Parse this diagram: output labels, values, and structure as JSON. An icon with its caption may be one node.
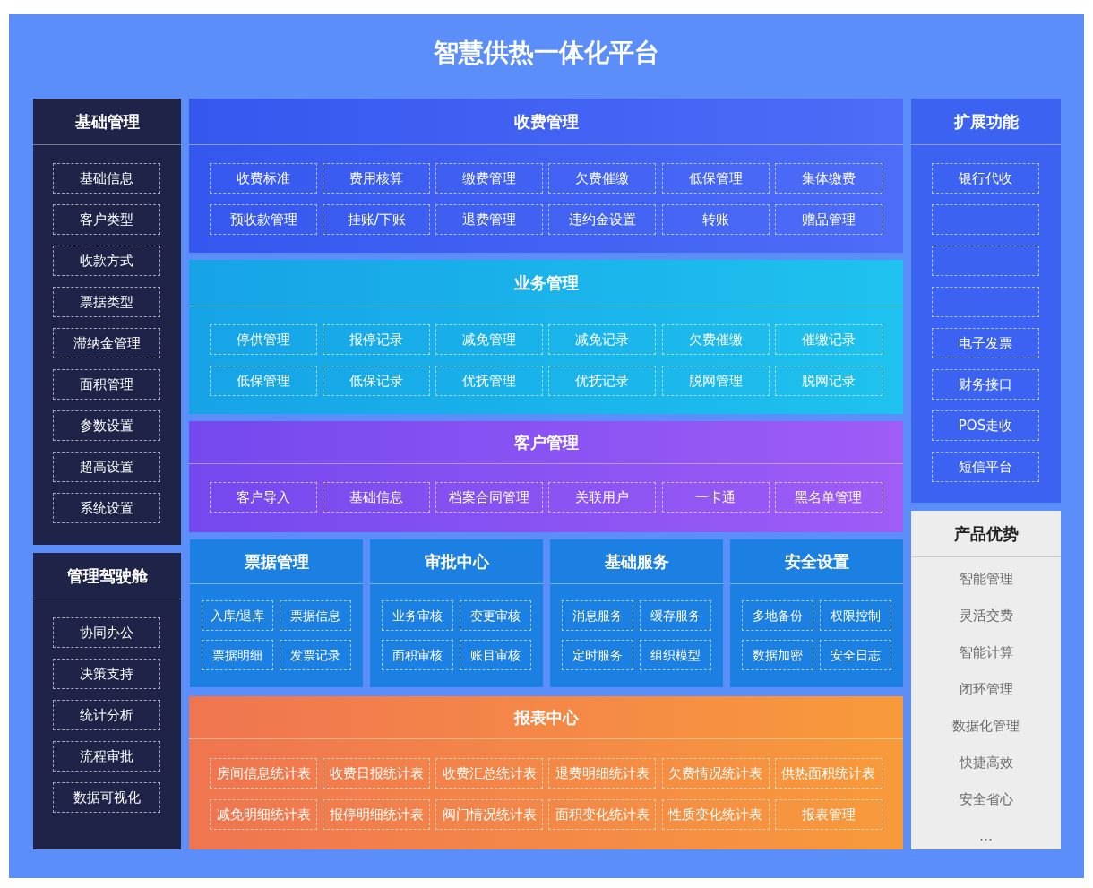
{
  "diagram": {
    "title": "智慧供热一体化平台",
    "nodes": [
      {
        "text": [
          "基础管理"
        ]
      },
      {
        "text": [
          "基础信息"
        ],
        "in": 0
      },
      {
        "text": [
          "客户类型"
        ],
        "in": 0
      },
      {
        "text": [
          "收款方式"
        ],
        "in": 0
      },
      {
        "text": [
          "票据类型"
        ],
        "in": 0
      },
      {
        "text": [
          "滞纳金管理"
        ],
        "in": 0
      },
      {
        "text": [
          "面积管理"
        ],
        "in": 0
      },
      {
        "text": [
          "参数设置"
        ],
        "in": 0
      },
      {
        "text": [
          "超高设置"
        ],
        "in": 0
      },
      {
        "text": [
          "系统设置"
        ],
        "in": 0
      },
      {
        "text": [
          "管理驾驶舱"
        ]
      },
      {
        "text": [
          "协同办公"
        ],
        "in": 10
      },
      {
        "text": [
          "决策支持"
        ],
        "in": 10
      },
      {
        "text": [
          "统计分析"
        ],
        "in": 10
      },
      {
        "text": [
          "流程审批"
        ],
        "in": 10
      },
      {
        "text": [
          "数据可视化"
        ],
        "in": 10
      },
      {
        "text": [
          "收费管理"
        ]
      },
      {
        "text": [
          "收费标准"
        ],
        "in": 16
      },
      {
        "text": [
          "费用核算"
        ],
        "in": 16
      },
      {
        "text": [
          "缴费管理"
        ],
        "in": 16
      },
      {
        "text": [
          "欠费催缴"
        ],
        "in": 16
      },
      {
        "text": [
          "低保管理"
        ],
        "in": 16
      },
      {
        "text": [
          "集体缴费"
        ],
        "in": 16
      },
      {
        "text": [
          "预收款管理"
        ],
        "in": 16
      },
      {
        "text": [
          "挂账/下账"
        ],
        "in": 16
      },
      {
        "text": [
          "退费管理"
        ],
        "in": 16
      },
      {
        "text": [
          "违约金设置"
        ],
        "in": 16
      },
      {
        "text": [
          "转账"
        ],
        "in": 16
      },
      {
        "text": [
          "赠品管理"
        ],
        "in": 16
      },
      {
        "text": [
          "业务管理"
        ]
      },
      {
        "text": [
          "停供管理"
        ],
        "in": 29
      },
      {
        "text": [
          "报停记录"
        ],
        "in": 29
      },
      {
        "text": [
          "减免管理"
        ],
        "in": 29
      },
      {
        "text": [
          "减免记录"
        ],
        "in": 29
      },
      {
        "text": [
          "欠费催缴"
        ],
        "in": 29
      },
      {
        "text": [
          "催缴记录"
        ],
        "in": 29
      },
      {
        "text": [
          "低保管理"
        ],
        "in": 29
      },
      {
        "text": [
          "低保记录"
        ],
        "in": 29
      },
      {
        "text": [
          "优抚管理"
        ],
        "in": 29
      },
      {
        "text": [
          "优抚记录"
        ],
        "in": 29
      },
      {
        "text": [
          "脱网管理"
        ],
        "in": 29
      },
      {
        "text": [
          "脱网记录"
        ],
        "in": 29
      },
      {
        "text": [
          "客户管理"
        ]
      },
      {
        "text": [
          "客户导入"
        ],
        "in": 42
      },
      {
        "text": [
          "基础信息"
        ],
        "in": 42
      },
      {
        "text": [
          "档案合同管理"
        ],
        "in": 42
      },
      {
        "text": [
          "关联用户"
        ],
        "in": 42
      },
      {
        "text": [
          "一卡通"
        ],
        "in": 42
      },
      {
        "text": [
          "黑名单管理"
        ],
        "in": 42
      },
      {
        "text": [
          "票据管理"
        ]
      },
      {
        "text": [
          "入库/退库"
        ],
        "in": 49
      },
      {
        "text": [
          "票据信息"
        ],
        "in": 49
      },
      {
        "text": [
          "票据明细"
        ],
        "in": 49
      },
      {
        "text": [
          "发票记录"
        ],
        "in": 49
      },
      {
        "text": [
          "审批中心"
        ]
      },
      {
        "text": [
          "业务审核"
        ],
        "in": 54
      },
      {
        "text": [
          "变更审核"
        ],
        "in": 54
      },
      {
        "text": [
          "面积审核"
        ],
        "in": 54
      },
      {
        "text": [
          "账目审核"
        ],
        "in": 54
      },
      {
        "text": [
          "基础服务"
        ]
      },
      {
        "text": [
          "消息服务"
        ],
        "in": 59
      },
      {
        "text": [
          "缓存服务"
        ],
        "in": 59
      },
      {
        "text": [
          "定时服务"
        ],
        "in": 59
      },
      {
        "text": [
          "组织模型"
        ],
        "in": 59
      },
      {
        "text": [
          "安全设置"
        ]
      },
      {
        "text": [
          "多地备份"
        ],
        "in": 64
      },
      {
        "text": [
          "权限控制"
        ],
        "in": 64
      },
      {
        "text": [
          "数据加密"
        ],
        "in": 64
      },
      {
        "text": [
          "安全日志"
        ],
        "in": 64
      },
      {
        "text": [
          "报表中心"
        ]
      },
      {
        "text": [
          "房间信息统计表"
        ],
        "in": 69
      },
      {
        "text": [
          "收费日报统计表"
        ],
        "in": 69
      },
      {
        "text": [
          "收费汇总统计表"
        ],
        "in": 69
      },
      {
        "text": [
          "退费明细统计表"
        ],
        "in": 69
      },
      {
        "text": [
          "欠费情况统计表"
        ],
        "in": 69
      },
      {
        "text": [
          "供热面积统计表"
        ],
        "in": 69
      },
      {
        "text": [
          "减免明细统计表"
        ],
        "in": 69
      },
      {
        "text": [
          "报停明细统计表"
        ],
        "in": 69
      },
      {
        "text": [
          "阀门情况统计表"
        ],
        "in": 69
      },
      {
        "text": [
          "面积变化统计表"
        ],
        "in": 69
      },
      {
        "text": [
          "性质变化统计表"
        ],
        "in": 69
      },
      {
        "text": [
          "报表管理"
        ],
        "in": 69
      },
      {
        "text": [
          "扩展功能"
        ]
      },
      {
        "text": [
          "银行代收"
        ],
        "in": 82
      },
      {
        "text": [],
        "shape": "box",
        "in": 82
      },
      {
        "text": [],
        "shape": "box",
        "in": 82
      },
      {
        "text": [],
        "shape": "box",
        "in": 82
      },
      {
        "text": [
          "电子发票"
        ],
        "in": 82
      },
      {
        "text": [
          "财务接口"
        ],
        "in": 82
      },
      {
        "text": [
          "POS走收"
        ],
        "in": 82
      },
      {
        "text": [
          "短信平台"
        ],
        "in": 82
      },
      {
        "text": [
          "产品优势",
          "智能管理",
          "灵活交费",
          "智能计算",
          "闭环管理",
          "数据化管理",
          "快捷高效",
          "安全省心",
          "…"
        ]
      }
    ]
  }
}
